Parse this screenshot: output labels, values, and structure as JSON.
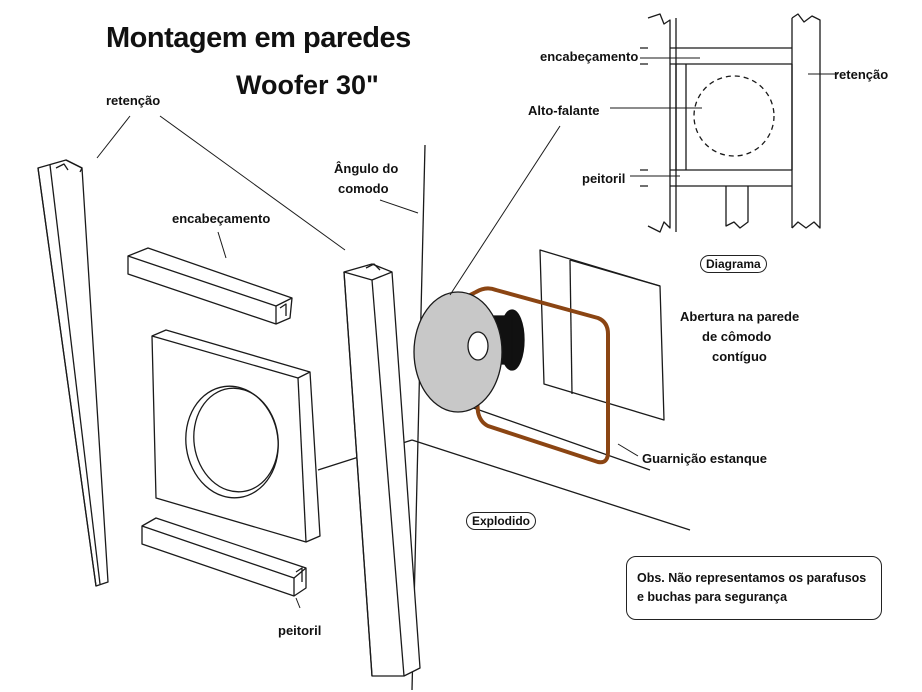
{
  "title": {
    "line1": "Montagem em paredes",
    "line2": "Woofer 30\""
  },
  "labels": {
    "retencao_left": "retenção",
    "encabecamento_main": "encabeçamento",
    "angulo_line1": "Ângulo do",
    "angulo_line2": "comodo",
    "alto_falante": "Alto-falante",
    "peitoril_main": "peitoril",
    "abertura_line1": "Abertura na parede",
    "abertura_line2": "de cômodo",
    "abertura_line3": "contíguo",
    "guarnicao": "Guarnição estanque"
  },
  "inset": {
    "encabecamento": "encabeçamento",
    "retencao": "retenção",
    "peitoril": "peitoril",
    "diagrama_tag": "Diagrama"
  },
  "tags": {
    "explodido": "Explodido"
  },
  "note": {
    "line1": "Obs. Não representamos os parafusos",
    "line2": "e buchas para segurança"
  },
  "colors": {
    "gasket": "#8b4513",
    "speaker_cone": "#c8c8c8",
    "magnet": "#111111",
    "stroke": "#1a1a1a"
  }
}
